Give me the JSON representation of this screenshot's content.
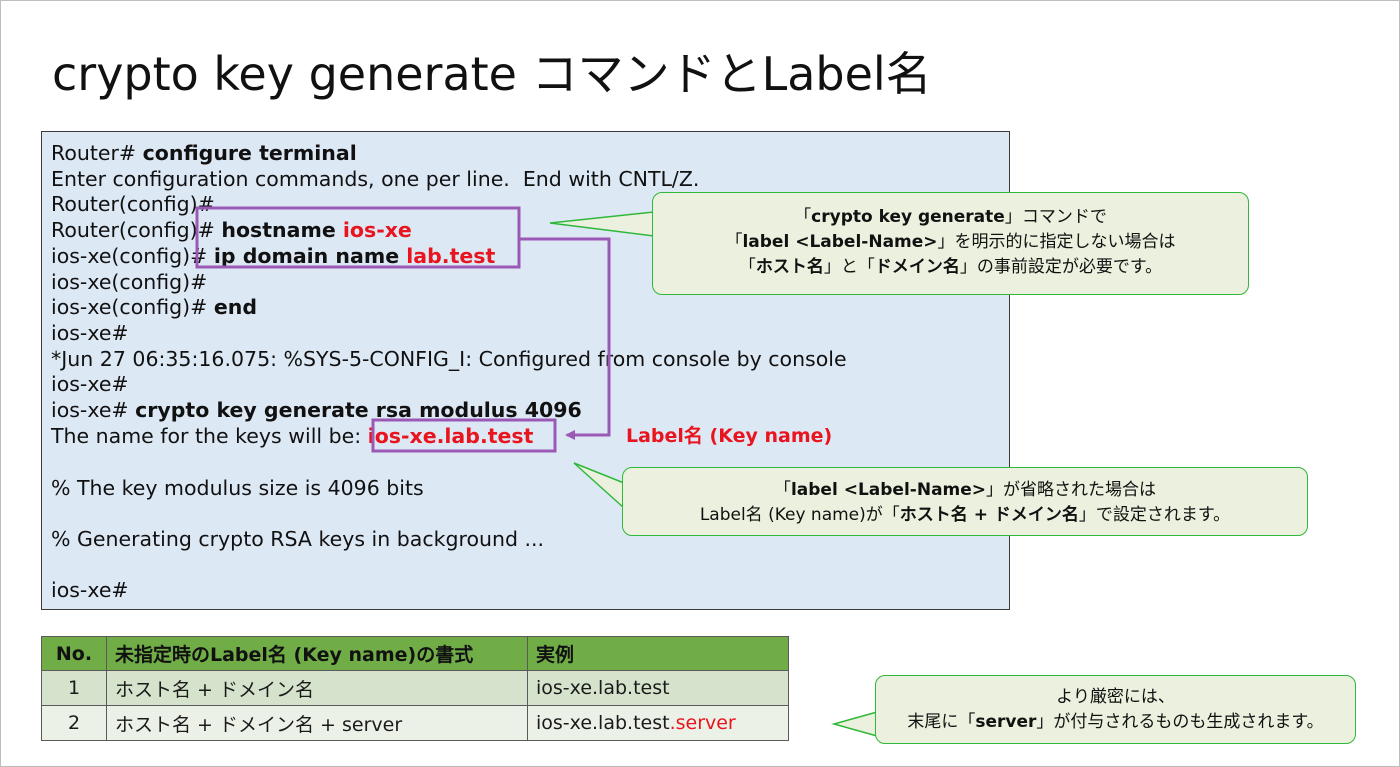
{
  "title": "crypto key generate コマンドとLabel名",
  "terminal": {
    "l1_prefix": "Router# ",
    "l1_cmd": "configure terminal",
    "l2": "Enter configuration commands, one per line.  End with CNTL/Z.",
    "l3": "Router(config)#",
    "l4_prefix": "Router(config)# ",
    "l4_cmd": "hostname ",
    "l4_val": "ios-xe",
    "l5_prefix": "ios-xe(config)# ",
    "l5_cmd": "ip domain name ",
    "l5_val": "lab.test",
    "l6": "ios-xe(config)#",
    "l7_prefix": "ios-xe(config)# ",
    "l7_cmd": "end",
    "l8": "ios-xe#",
    "l9": "*Jun 27 06:35:16.075: %SYS-5-CONFIG_I: Configured from console by console",
    "l10": "ios-xe#",
    "l11_prefix": "ios-xe# ",
    "l11_cmd": "crypto key generate rsa modulus 4096",
    "l12_prefix": "The name for the keys will be: ",
    "l12_val": "ios-xe.lab.test",
    "l13": "% The key modulus size is 4096 bits",
    "l14": "% Generating crypto RSA keys in background ...",
    "l15": "ios-xe#"
  },
  "label_note": "Label名 (Key name)",
  "callout1": {
    "a1": "「",
    "a2": "crypto key generate",
    "a3": "」コマンドで",
    "b1": "「",
    "b2": "label <Label-Name>",
    "b3": "」を明示的に指定しない場合は",
    "c1": "「",
    "c2": "ホスト名",
    "c3": "」と「",
    "c4": "ドメイン名",
    "c5": "」の事前設定が必要です。"
  },
  "callout2": {
    "a1": "「",
    "a2": "label <Label-Name>",
    "a3": "」が省略された場合は",
    "b1": "Label名 (Key name)が「",
    "b2": "ホスト名 + ドメイン名",
    "b3": "」で設定されます。"
  },
  "callout3": {
    "a1": "より厳密には、",
    "b1": "末尾に「",
    "b2": "server",
    "b3": "」が付与されるものも生成されます。"
  },
  "table": {
    "headers": [
      "No.",
      "未指定時のLabel名 (Key name)の書式",
      "実例"
    ],
    "rows": [
      {
        "no": "1",
        "format": "ホスト名 + ドメイン名",
        "example": "ios-xe.lab.test",
        "suffix": ""
      },
      {
        "no": "2",
        "format": "ホスト名 + ドメイン名 + server",
        "example": "ios-xe.lab.test",
        "suffix": ".server"
      }
    ]
  },
  "colors": {
    "terminal_bg": "#dde8f5",
    "highlight_red": "#e8141e",
    "box_purple": "#9b59b6",
    "callout_fill": "#ebf1de",
    "callout_border": "#2fb83a",
    "table_header": "#70ad47"
  }
}
